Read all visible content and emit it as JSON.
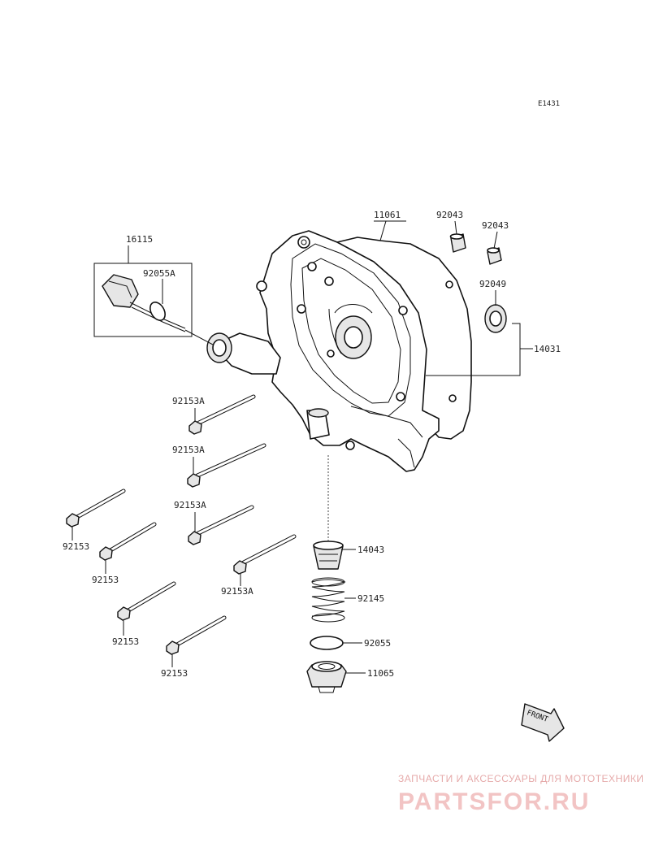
{
  "diagram_code": "E1431",
  "part_labels": {
    "p11061": "11061",
    "p92043a": "92043",
    "p92043b": "92043",
    "p16115": "16115",
    "p92055A": "92055A",
    "p92049": "92049",
    "p14031": "14031",
    "p92153A_1": "92153A",
    "p92153A_2": "92153A",
    "p92153A_3": "92153A",
    "p92153A_4": "92153A",
    "p92153_1": "92153",
    "p92153_2": "92153",
    "p92153_3": "92153",
    "p92153_4": "92153",
    "p14043": "14043",
    "p92145": "92145",
    "p92055": "92055",
    "p11065": "11065"
  },
  "front_label": "FRONT",
  "watermark": {
    "tagline": "ЗАПЧАСТИ И АКСЕССУАРЫ ДЛЯ МОТОТЕХНИКИ",
    "logo": "PARTSFOR.RU"
  }
}
